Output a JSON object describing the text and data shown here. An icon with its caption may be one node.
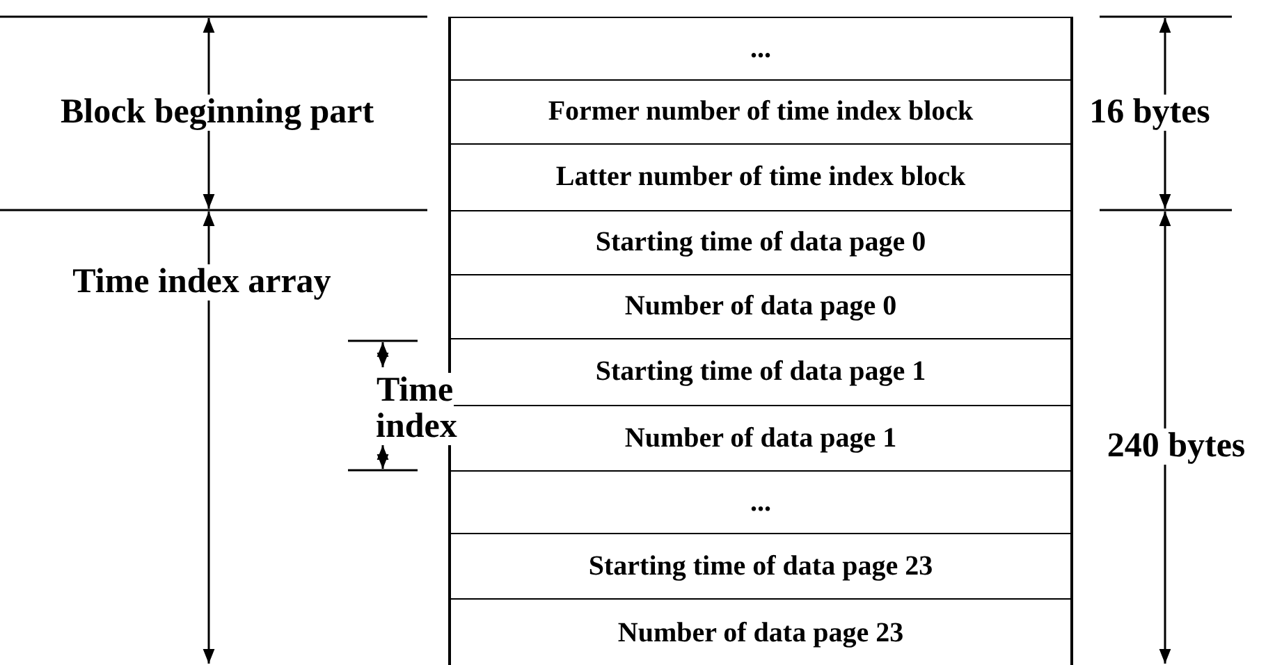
{
  "diagram": {
    "nodes": [
      {
        "text": [
          "..."
        ]
      },
      {
        "text": [
          "Former number of time index block"
        ]
      },
      {
        "text": [
          "Latter number of time index block"
        ]
      },
      {
        "text": [
          "Starting time of data page 0"
        ]
      },
      {
        "text": [
          "Number of data page 0"
        ]
      },
      {
        "text": [
          "Starting time of data page 1"
        ]
      },
      {
        "text": [
          "Number of data page 1"
        ]
      },
      {
        "text": [
          "..."
        ]
      },
      {
        "text": [
          "Starting time of data page 23"
        ]
      },
      {
        "text": [
          "Number of data page 23"
        ]
      }
    ],
    "labels": [
      "Block beginning part",
      "16 bytes",
      "Time index array",
      "Time index",
      "240 bytes"
    ]
  }
}
